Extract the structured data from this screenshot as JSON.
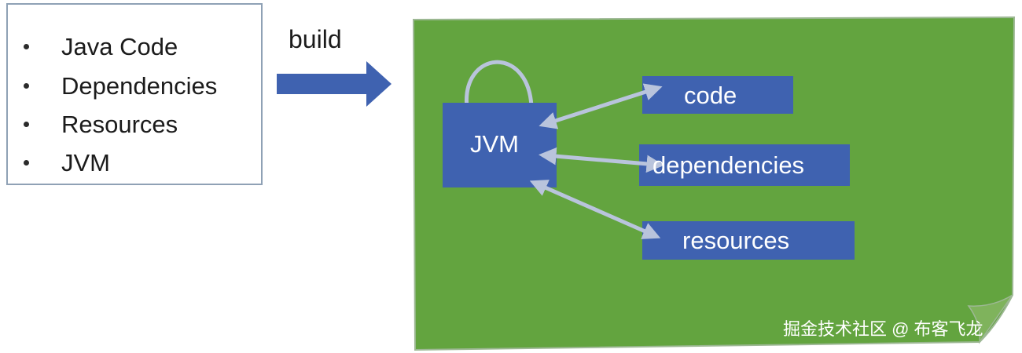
{
  "left_list": {
    "items": [
      "Java Code",
      "Dependencies",
      "Resources",
      "JVM"
    ]
  },
  "build_label": "build",
  "container": {
    "jvm_label": "JVM",
    "boxes": {
      "code": "code",
      "dependencies": "dependencies",
      "resources": "resources"
    },
    "colors": {
      "background": "#63a43f",
      "box": "#3f62b0",
      "arrow": "#b9c4dc",
      "build_arrow": "#3f62b0"
    }
  },
  "watermark": "掘金技术社区 @ 布客飞龙"
}
